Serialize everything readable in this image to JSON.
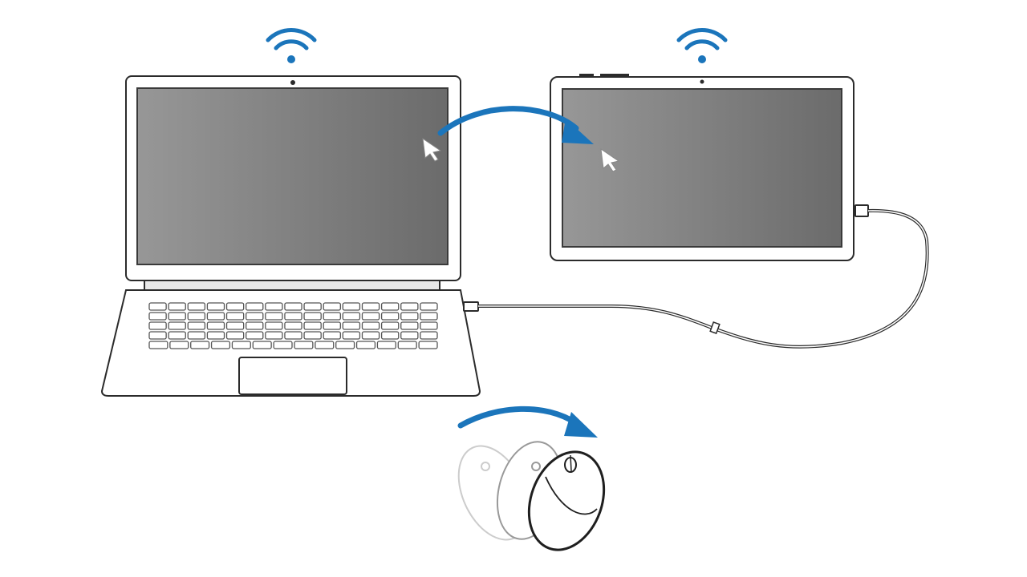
{
  "diagram": {
    "description_labels": [],
    "devices": [
      {
        "id": "laptop",
        "icon": "laptop-icon",
        "wireless": true
      },
      {
        "id": "tablet",
        "icon": "tablet-icon",
        "wireless": true
      },
      {
        "id": "mouse",
        "icon": "mouse-icon"
      }
    ],
    "connections": [
      {
        "from": "laptop",
        "to": "tablet",
        "type": "usb-cable"
      },
      {
        "from": "laptop",
        "to": "tablet",
        "type": "cursor-move-arrow"
      }
    ]
  },
  "colors": {
    "accent_blue": "#1b75bb",
    "outline": "#2b2b2b",
    "screen_light": "#959595",
    "screen_dark": "#6c6c6c",
    "background": "#ffffff"
  }
}
